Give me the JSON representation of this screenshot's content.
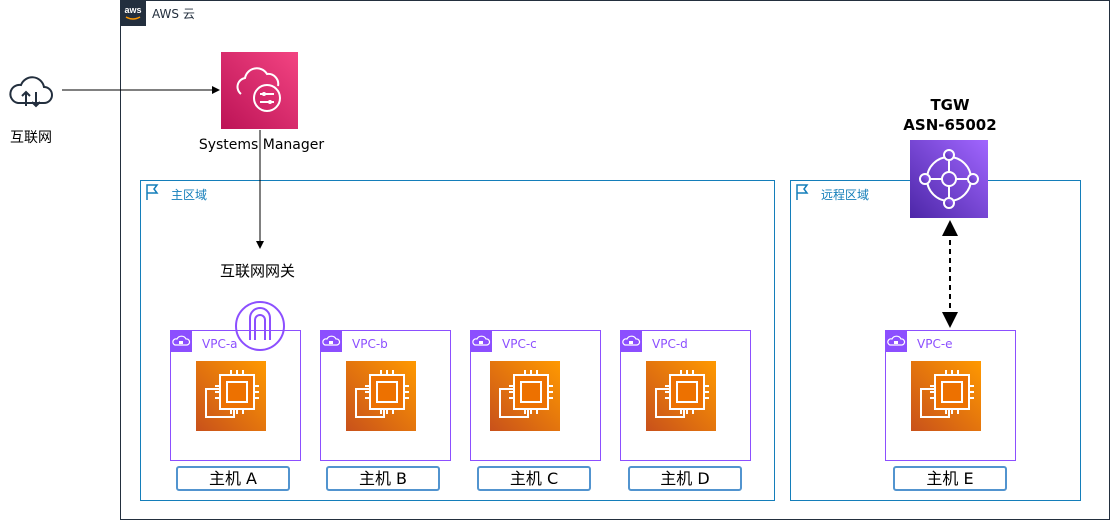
{
  "cloud": {
    "label": "AWS 云"
  },
  "internet": {
    "label": "互联网"
  },
  "systems_manager": {
    "label": "Systems Manager"
  },
  "primary_region": {
    "label": "主区域"
  },
  "remote_region": {
    "label": "远程区域"
  },
  "internet_gateway": {
    "label": "互联网网关"
  },
  "tgw": {
    "line1": "TGW",
    "line2": "ASN-65002"
  },
  "vpcs": [
    {
      "label": "VPC-a",
      "host": "主机 A"
    },
    {
      "label": "VPC-b",
      "host": "主机 B"
    },
    {
      "label": "VPC-c",
      "host": "主机 C"
    },
    {
      "label": "VPC-d",
      "host": "主机 D"
    },
    {
      "label": "VPC-e",
      "host": "主机 E"
    }
  ],
  "colors": {
    "aws_dark": "#232f3e",
    "region_blue": "#147eba",
    "vpc_purple": "#8c4fff",
    "ec2_orange": "#ff9900",
    "ssm_pink": "#e7157b",
    "tgw_purple": "#8c4fff"
  }
}
